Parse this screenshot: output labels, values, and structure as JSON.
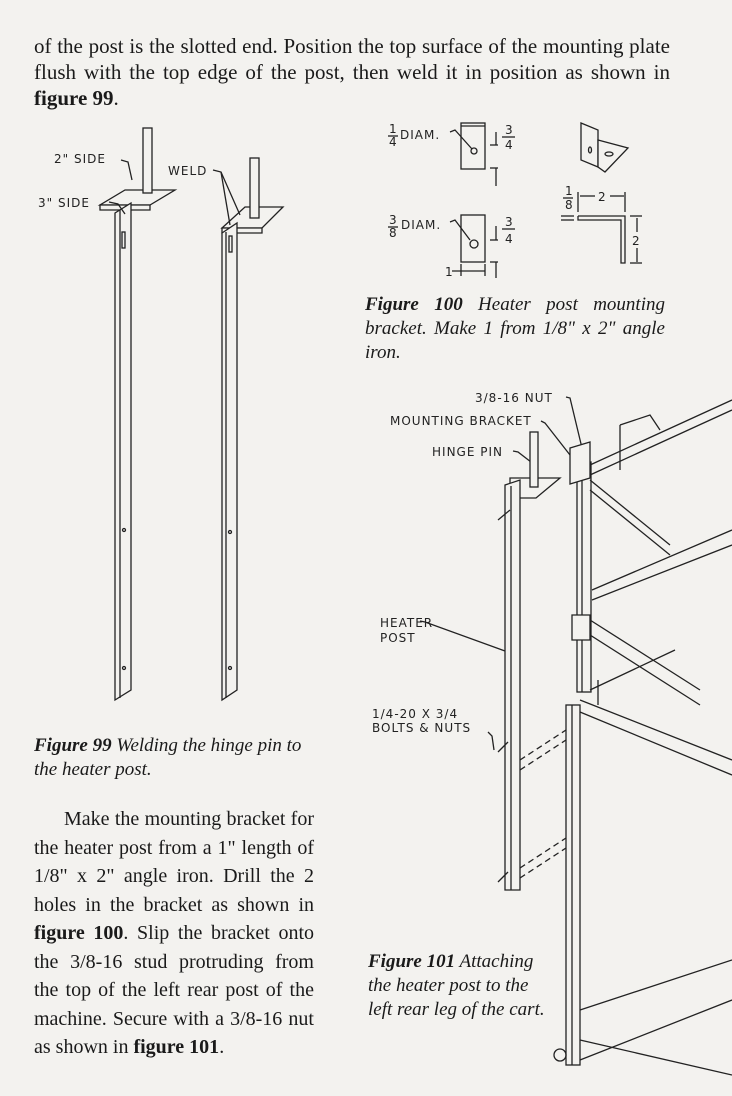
{
  "intro": {
    "text_before": "of the post is the slotted end. Position the top surface of the mounting plate flush with the top edge of the post, then weld it in position as shown in ",
    "ref": "figure 99",
    "text_after": "."
  },
  "figure99": {
    "labels": {
      "side2": "2\" SIDE",
      "side3": "3\" SIDE",
      "weld": "WELD"
    },
    "caption_label": "Figure 99",
    "caption_text": " Welding the  hinge pin to the heater post."
  },
  "figure100": {
    "labels": {
      "diam14": "DIAM.",
      "diam38": "DIAM.",
      "frac_14_n": "1",
      "frac_14_d": "4",
      "frac_38_n": "3",
      "frac_38_d": "8",
      "dim34_n": "3",
      "dim34_d": "4",
      "dim1": "1",
      "dim18_n": "1",
      "dim18_d": "8",
      "dim2a": "2",
      "dim2b": "2"
    },
    "caption_label": "Figure 100",
    "caption_text": " Heater post mounting bracket. Make 1 from 1/8\" x 2\" angle iron."
  },
  "figure101": {
    "labels": {
      "nut": "3/8-16 NUT",
      "bracket": "MOUNTING BRACKET",
      "hinge_pin": "HINGE PIN",
      "heater_post_1": "HEATER",
      "heater_post_2": "POST",
      "bolts_1": "1/4-20 X 3/4",
      "bolts_2": "BOLTS & NUTS"
    },
    "caption_label": "Figure 101",
    "caption_text": " Attaching the heater post to the left rear leg of the cart."
  },
  "body": {
    "t1": "Make the mounting bracket for the heater post from a 1\" length of 1/8\" x 2\" angle iron. Drill the 2 holes in the bracket as shown in ",
    "r1": "figure 100",
    "t2": ". Slip the bracket onto the  3/8-16 stud protruding from the top of the  left rear post of the machine. Secure with a 3/8-16 nut as shown in ",
    "r2": "figure 101",
    "t3": "."
  }
}
